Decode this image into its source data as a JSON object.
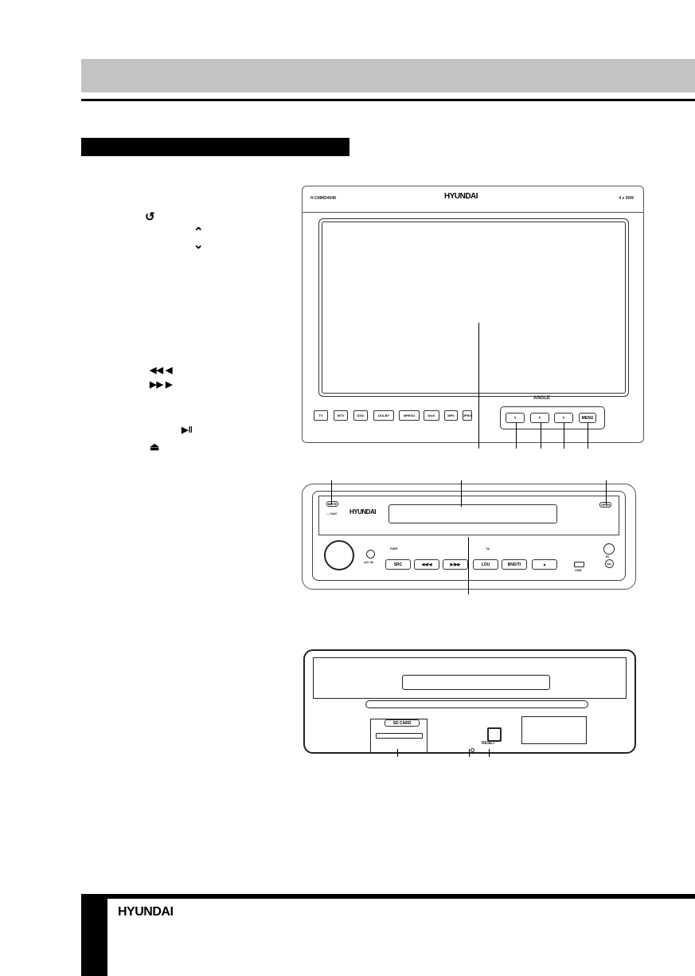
{
  "header": {
    "band_color": "#c2c3c5"
  },
  "section": {
    "title": ""
  },
  "legend_icons": [
    {
      "name": "return-icon",
      "glyph": "↺"
    },
    {
      "name": "up-icon",
      "glyph": "⌃"
    },
    {
      "name": "down-icon",
      "glyph": "⌄"
    },
    {
      "name": "rewind-prev-icon",
      "glyph": "◀◀ ◀"
    },
    {
      "name": "forward-next-icon",
      "glyph": "▶▶ ▶"
    },
    {
      "name": "play-pause-icon",
      "glyph": "▶‖"
    },
    {
      "name": "eject-icon",
      "glyph": "⏏"
    }
  ],
  "monitor": {
    "model": "H-CMMD4048",
    "brand": "HYUNDAI",
    "power": "4 x 50W",
    "angle_label": "ANGLE",
    "buttons": [
      "˅",
      "˄",
      "˅",
      "MENU"
    ],
    "logos": [
      "TV",
      "MTV",
      "DVD",
      "DOLBY",
      "MPEG4",
      "DivX",
      "MP3",
      "JPEG"
    ]
  },
  "front_panel": {
    "brand": "HYUNDAI",
    "mute": "MUTE",
    "nav": "— NAV",
    "open": "OPEN",
    "av_in": "A/V IN",
    "pwr": "PWR",
    "ta": "TA",
    "buttons": [
      "SRC",
      "◀◀/◀",
      "▶/▶▶",
      "LOU",
      "BND/TI",
      "▲"
    ],
    "usb": "USB",
    "ir": "IR",
    "rel": "REL"
  },
  "rear_panel": {
    "sd_card": "SD CARD",
    "reset": "RESET"
  },
  "footer": {
    "brand": "HYUNDAI"
  }
}
